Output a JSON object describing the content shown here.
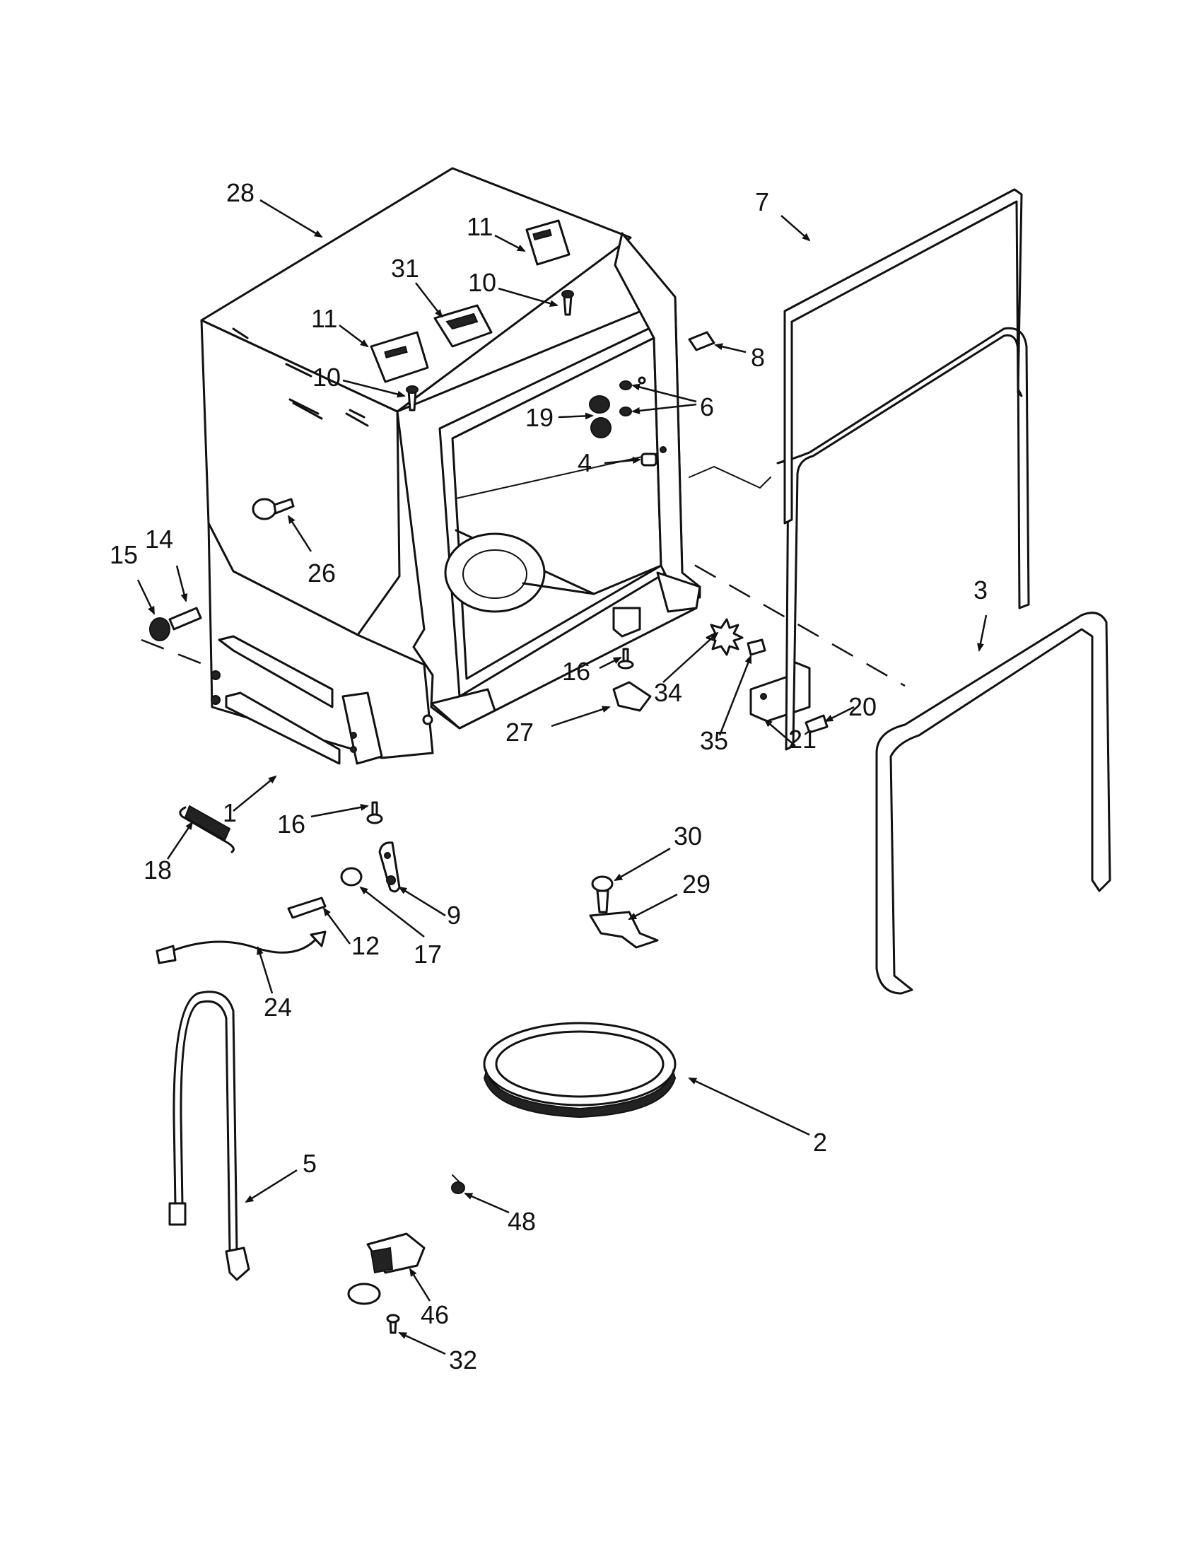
{
  "labels": [
    "28",
    "7",
    "11",
    "31",
    "10",
    "11",
    "8",
    "10",
    "6",
    "19",
    "4",
    "15",
    "14",
    "26",
    "3",
    "16",
    "34",
    "27",
    "20",
    "35",
    "21",
    "1",
    "16",
    "30",
    "18",
    "9",
    "29",
    "12",
    "17",
    "24",
    "2",
    "5",
    "48",
    "46",
    "32"
  ]
}
